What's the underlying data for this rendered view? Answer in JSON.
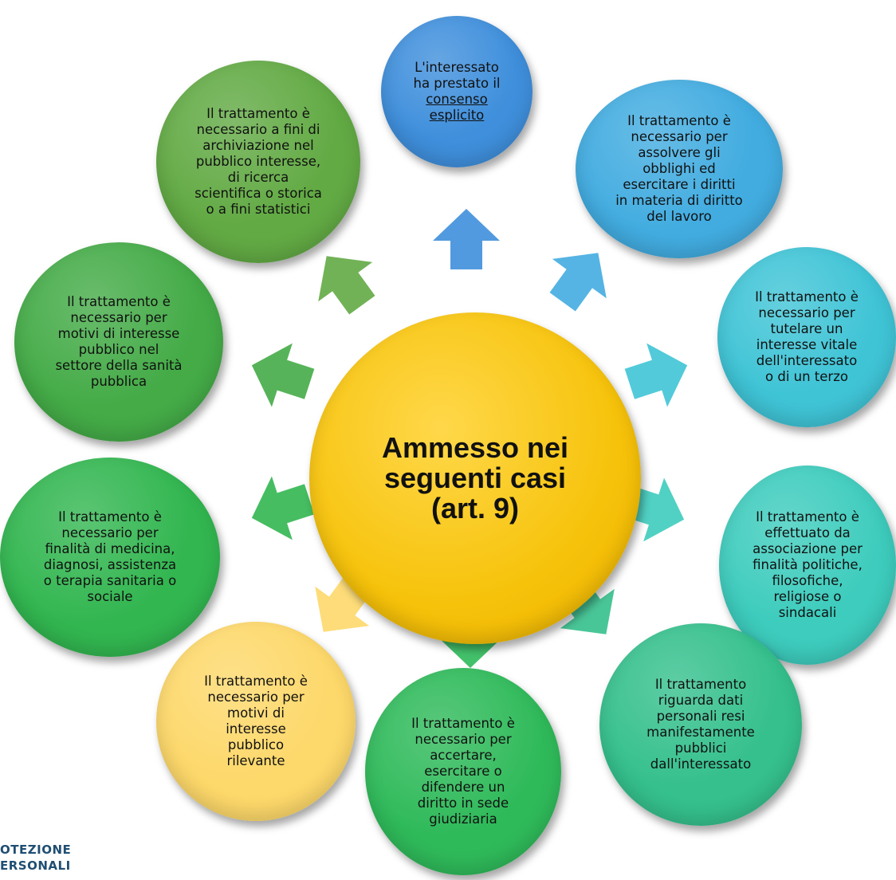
{
  "center": {
    "lines": [
      "Ammesso nei",
      "seguenti casi",
      "(art. 9)"
    ],
    "color": "#f6c20a"
  },
  "cases": [
    {
      "id": "consenso",
      "lines": [
        "L'interessato",
        "ha prestato il"
      ],
      "underlined_lines": [
        "consenso",
        "esplicito"
      ],
      "color": "#3f8fdc"
    },
    {
      "id": "lavoro",
      "lines": [
        "Il trattamento è",
        "necessario per",
        "assolvere gli",
        "obblighi ed",
        "esercitare i diritti",
        "in materia di diritto",
        "del lavoro"
      ],
      "color": "#42ace0"
    },
    {
      "id": "interesse-vitale",
      "lines": [
        "Il trattamento è",
        "necessario per",
        "tutelare un",
        "interesse vitale",
        "dell'interessato",
        "o di un terzo"
      ],
      "color": "#3fc4d6"
    },
    {
      "id": "associazione",
      "lines": [
        "Il trattamento è",
        "effettuato da",
        "associazione per",
        "finalità politiche,",
        "filosofiche,",
        "religiose o",
        "sindacali"
      ],
      "color": "#3dccbd"
    },
    {
      "id": "dati-pubblici",
      "lines": [
        "Il trattamento",
        "riguarda dati",
        "personali resi",
        "manifestamente",
        "pubblici",
        "dall'interessato"
      ],
      "color": "#35c08d"
    },
    {
      "id": "diritto-sede-giudiziaria",
      "lines": [
        "Il trattamento è",
        "necessario per",
        "accertare,",
        "esercitare o",
        "difendere un",
        "diritto in sede",
        "giudiziaria"
      ],
      "color": "#2fba5a"
    },
    {
      "id": "interesse-pubblico-rilevante",
      "lines": [
        "Il trattamento è",
        "necessario per",
        "motivi di",
        "interesse",
        "pubblico",
        "rilevante"
      ],
      "color": "#fdd86a"
    },
    {
      "id": "medicina",
      "lines": [
        "Il trattamento è",
        "necessario per",
        "finalità di medicina,",
        "diagnosi, assistenza",
        "o terapia sanitaria o",
        "sociale"
      ],
      "color": "#32b650"
    },
    {
      "id": "sanita-pubblica",
      "lines": [
        "Il trattamento è",
        "necessario per",
        "motivi di interesse",
        "pubblico nel",
        "settore della sanità",
        "pubblica"
      ],
      "color": "#44ab47"
    },
    {
      "id": "archiviazione",
      "lines": [
        "Il trattamento è",
        "necessario a fini di",
        "archiviazione nel",
        "pubblico interesse,",
        "di ricerca",
        "scientifica o storica",
        "o a fini statistici"
      ],
      "color": "#62aa44"
    }
  ],
  "logo": {
    "lines": [
      "OTEZIONE",
      "ERSONALI"
    ],
    "color": "#1f4e72"
  }
}
